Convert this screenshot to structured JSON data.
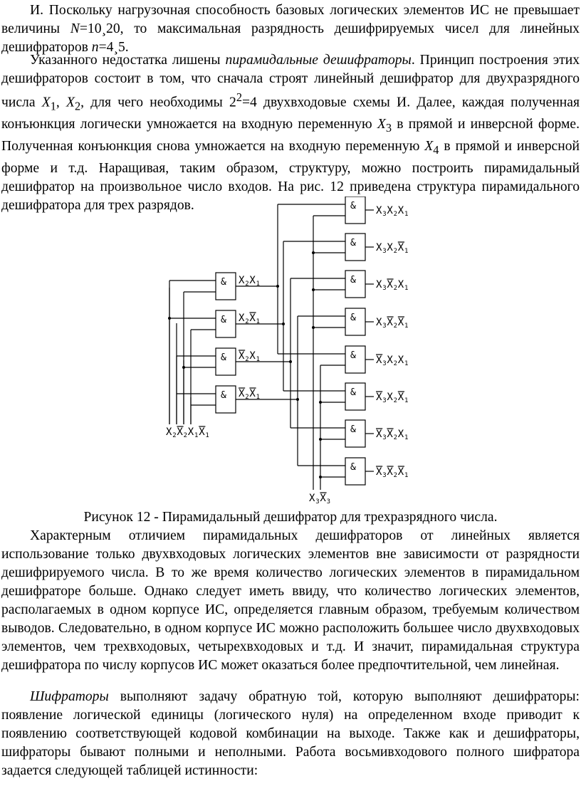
{
  "paragraphs": {
    "p1": {
      "a": "И. Поскольку нагрузочная способность базовых логических элементов ИС не превышает величины ",
      "n_var": "N",
      "b": "=10¸20, то максимальная разрядность дешифрируемых чисел для линейных дешифраторов ",
      "n2_var": "n",
      "c": "=4¸5."
    },
    "p2": {
      "a": "Указанного недостатка лишены ",
      "em": "пирамидальные дешифраторы",
      "b": ". Принцип построения этих дешифраторов состоит в том, что сначала строят линейный дешифратор для двухразрядного числа ",
      "x1": "X",
      "x1_sub": "1",
      "sep": ", ",
      "x2": "X",
      "x2_sub": "2",
      "c": ", для чего необходимы 2",
      "sup": "2",
      "d": "=4 двухвходовые схемы И. Далее, каждая полученная конъюнкция логически умножается на входную переменную ",
      "x3": "X",
      "x3_sub": "3",
      "e": " в прямой и инверсной форме. Полученная конъюнкция снова умножается на входную переменную ",
      "x4": "X",
      "x4_sub": "4",
      "f": " в прямой и инверсной форме и т.д. Наращивая, таким образом, структуру, можно построить пирамидальный дешифратор на произвольное число входов. На рис. 12 приведена структура пирамидального дешифратора для трех разрядов."
    },
    "caption": "Рисунок 12 - Пирамидальный дешифратор для трехразрядного числа.",
    "p3": "Характерным отличием пирамидальных дешифраторов от линейных является использование только двухвходовых логических элементов вне зависимости от разрядности дешифрируемого числа. В то же время количество логических элементов в пирамидальном дешифраторе больше. Однако следует иметь ввиду, что количество логических элементов, располагаемых в одном корпусе ИС, определяется главным образом, требуемым количеством выводов. Следовательно, в одном корпусе ИС можно расположить большее число двухвходовых элементов, чем трехвходовых, четырехвходовых и т.д. И значит, пирамидальная структура дешифратора по числу корпусов ИС может оказаться более предпочтительной, чем линейная.",
    "p4": {
      "em": "Шифраторы",
      "a": " выполняют задачу обратную той, которую выполняют дешифраторы: появление логической единицы (логического нуля) на определенном входе приводит к появлению соответствующей кодовой комбинации на выходе. Также как и дешифраторы, шифраторы бывают полными и неполными. Работа восьмивходового полного шифратора задается следующей таблицей истинности:"
    }
  },
  "diagram": {
    "gate_symbol": "&",
    "first_stage_outputs": [
      {
        "a": "X",
        "a_sub": "2",
        "a_bar": false,
        "b": "X",
        "b_sub": "1",
        "b_bar": false
      },
      {
        "a": "X",
        "a_sub": "2",
        "a_bar": false,
        "b": "X",
        "b_sub": "1",
        "b_bar": true
      },
      {
        "a": "X",
        "a_sub": "2",
        "a_bar": true,
        "b": "X",
        "b_sub": "1",
        "b_bar": false
      },
      {
        "a": "X",
        "a_sub": "2",
        "a_bar": true,
        "b": "X",
        "b_sub": "1",
        "b_bar": true
      }
    ],
    "second_stage_outputs": [
      {
        "bars": [
          false,
          false,
          false
        ]
      },
      {
        "bars": [
          false,
          false,
          true
        ]
      },
      {
        "bars": [
          false,
          true,
          false
        ]
      },
      {
        "bars": [
          false,
          true,
          true
        ]
      },
      {
        "bars": [
          true,
          false,
          false
        ]
      },
      {
        "bars": [
          true,
          false,
          true
        ]
      },
      {
        "bars": [
          true,
          true,
          false
        ]
      },
      {
        "bars": [
          true,
          true,
          true
        ]
      }
    ],
    "output_vars": [
      "X",
      "X",
      "X"
    ],
    "output_subs": [
      "3",
      "2",
      "1"
    ],
    "input_labels_left": [
      {
        "v": "X",
        "sub": "2",
        "bar": false
      },
      {
        "v": "X",
        "sub": "2",
        "bar": true
      },
      {
        "v": "X",
        "sub": "1",
        "bar": false
      },
      {
        "v": "X",
        "sub": "1",
        "bar": true
      }
    ],
    "input_labels_bottom": [
      {
        "v": "X",
        "sub": "3",
        "bar": false
      },
      {
        "v": "X",
        "sub": "3",
        "bar": true
      }
    ]
  }
}
